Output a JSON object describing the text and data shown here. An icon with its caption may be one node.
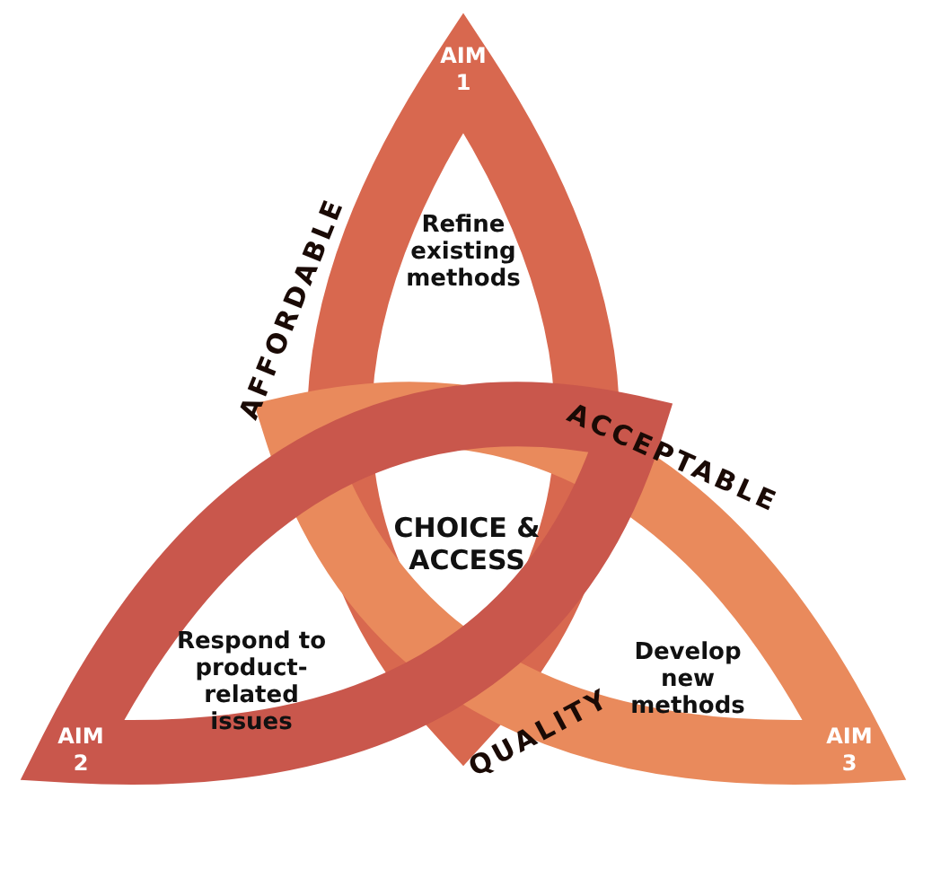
{
  "diagram": {
    "nodes": [
      {
        "text": [
          "AFFORDABLE"
        ]
      },
      {
        "text": [
          "ACCEPTABLE"
        ]
      },
      {
        "text": [
          "QUALITY"
        ]
      }
    ],
    "labels": [
      "AIM 1",
      "Refine existing methods",
      "CHOICE & ACCESS",
      "Respond to product-related issues",
      "Develop new methods",
      "AIM 2",
      "AIM 3"
    ]
  }
}
